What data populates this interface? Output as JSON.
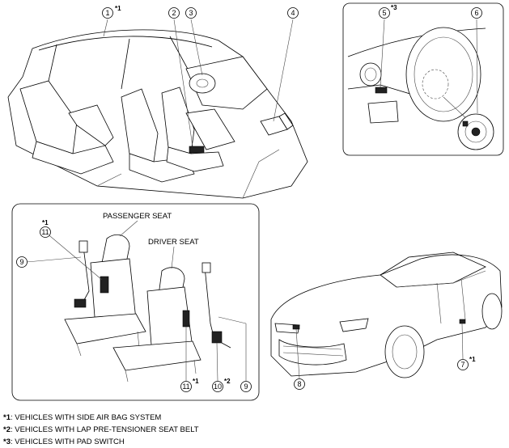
{
  "callouts": [
    {
      "id": "1",
      "note": "*1"
    },
    {
      "id": "2",
      "note": ""
    },
    {
      "id": "3",
      "note": ""
    },
    {
      "id": "4",
      "note": ""
    },
    {
      "id": "5",
      "note": "*3"
    },
    {
      "id": "6",
      "note": ""
    },
    {
      "id": "7",
      "note": "*1"
    },
    {
      "id": "8",
      "note": ""
    },
    {
      "id": "9",
      "note": ""
    },
    {
      "id": "9b",
      "label": "9",
      "note": ""
    },
    {
      "id": "10",
      "note": "*2"
    },
    {
      "id": "11",
      "note": "*1"
    },
    {
      "id": "11b",
      "label": "11",
      "note": "*1"
    }
  ],
  "seat_labels": {
    "passenger": "PASSENGER SEAT",
    "driver": "DRIVER SEAT"
  },
  "footnotes": [
    {
      "mark": "*1",
      "text": ": VEHICLES WITH SIDE AIR BAG SYSTEM"
    },
    {
      "mark": "*2",
      "text": ": VEHICLES WITH LAP PRE-TENSIONER SEAT BELT"
    },
    {
      "mark": "*3",
      "text": ": VEHICLES WITH PAD SWITCH"
    }
  ],
  "colors": {
    "line": "#000000",
    "background": "#ffffff"
  }
}
